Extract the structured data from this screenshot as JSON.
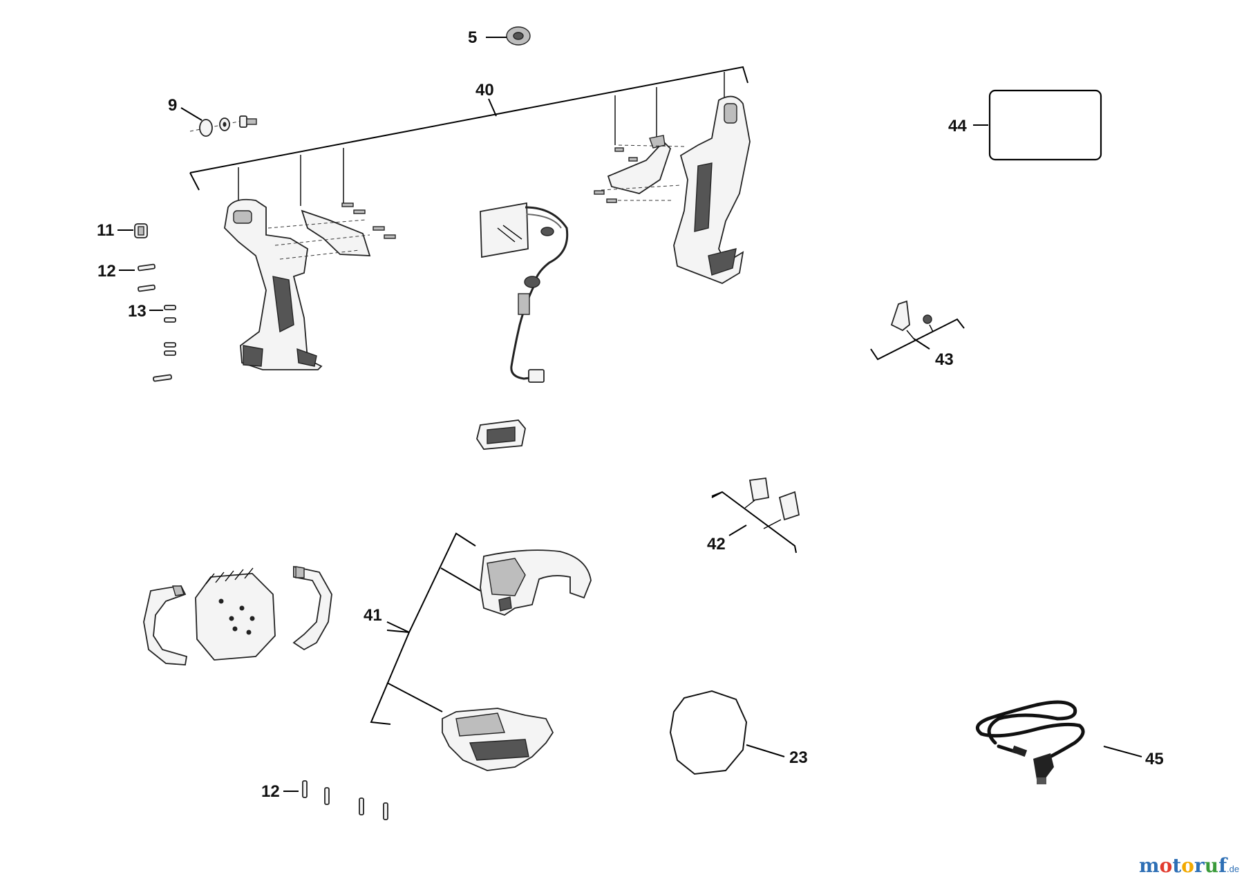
{
  "callouts": {
    "c5": "5",
    "c9": "9",
    "c40": "40",
    "c44": "44",
    "c11": "11",
    "c12a": "12",
    "c13": "13",
    "c43": "43",
    "c42": "42",
    "c41": "41",
    "c23": "23",
    "c45": "45",
    "c12b": "12"
  },
  "watermark": {
    "brand": "motoruf",
    "suffix": ".de",
    "colors": [
      "#2e6fb5",
      "#e23b2e",
      "#f2a900",
      "#3a9a3a"
    ]
  }
}
